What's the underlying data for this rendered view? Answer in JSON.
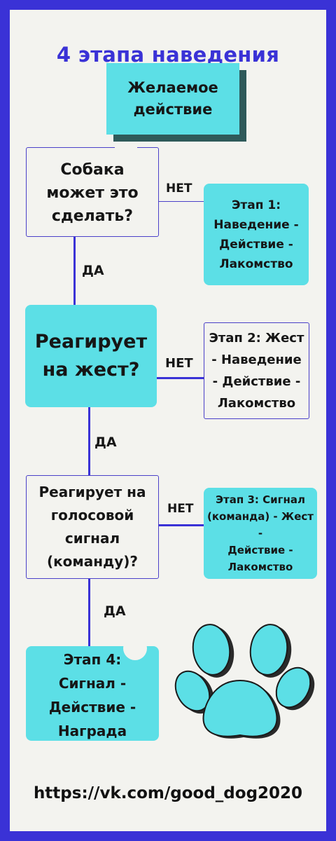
{
  "title": "4 этапа наведения",
  "start": {
    "label": "Желаемое\nдействие"
  },
  "decisions": [
    {
      "label": "Собака\nможет это\nсделать?"
    },
    {
      "label": "Реагирует\nна жест?"
    },
    {
      "label": "Реагирует на\nголосовой\nсигнал\n(команду)?"
    }
  ],
  "stages": [
    {
      "label": "Этап 1:\nНаведение -\nДействие -\nЛакомство"
    },
    {
      "label": "Этап 2: Жест\n- Наведение\n- Действие -\nЛакомство"
    },
    {
      "label": "Этап 3: Сигнал\n(команда) - Жест -\nДействие -\nЛакомство"
    },
    {
      "label": "Этап 4:\nСигнал -\nДействие -\nНаграда"
    }
  ],
  "labels": {
    "yes": "ДА",
    "no": "НЕТ"
  },
  "footer": {
    "url": "https://vk.com/good_dog2020"
  },
  "colors": {
    "border": "#3a32d6",
    "teal": "#5cdfe6",
    "shadow": "#2f5a5a",
    "background": "#f3f3ef"
  },
  "icons": [
    "paw-icon"
  ]
}
